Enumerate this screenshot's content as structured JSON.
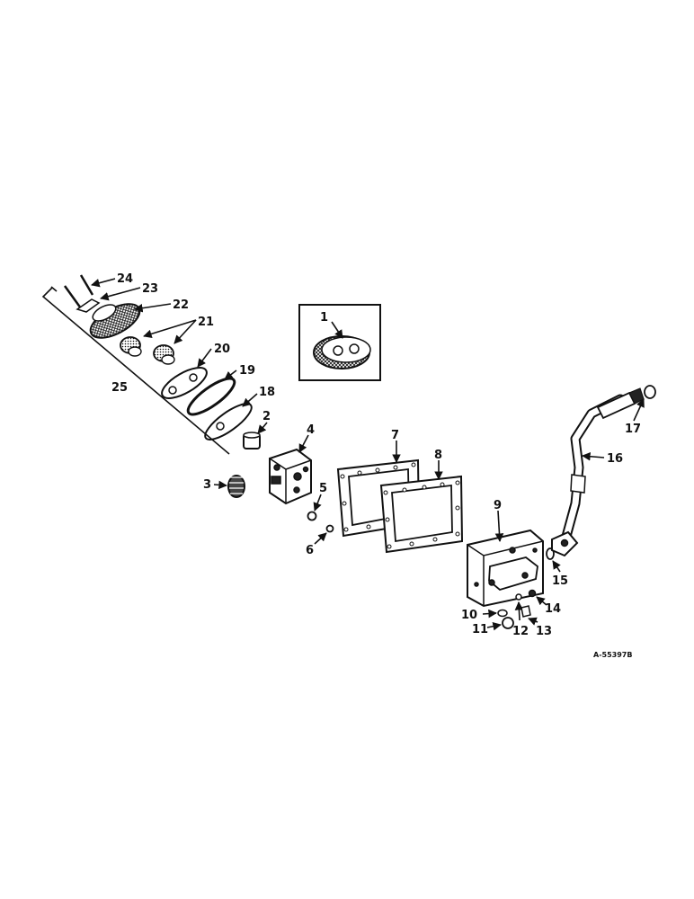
{
  "diagram": {
    "reference_code": "A-55397B",
    "callouts": [
      "1",
      "2",
      "3",
      "4",
      "5",
      "6",
      "7",
      "8",
      "9",
      "10",
      "11",
      "12",
      "13",
      "14",
      "15",
      "16",
      "17",
      "18",
      "19",
      "20",
      "21",
      "22",
      "23",
      "24",
      "25"
    ]
  }
}
